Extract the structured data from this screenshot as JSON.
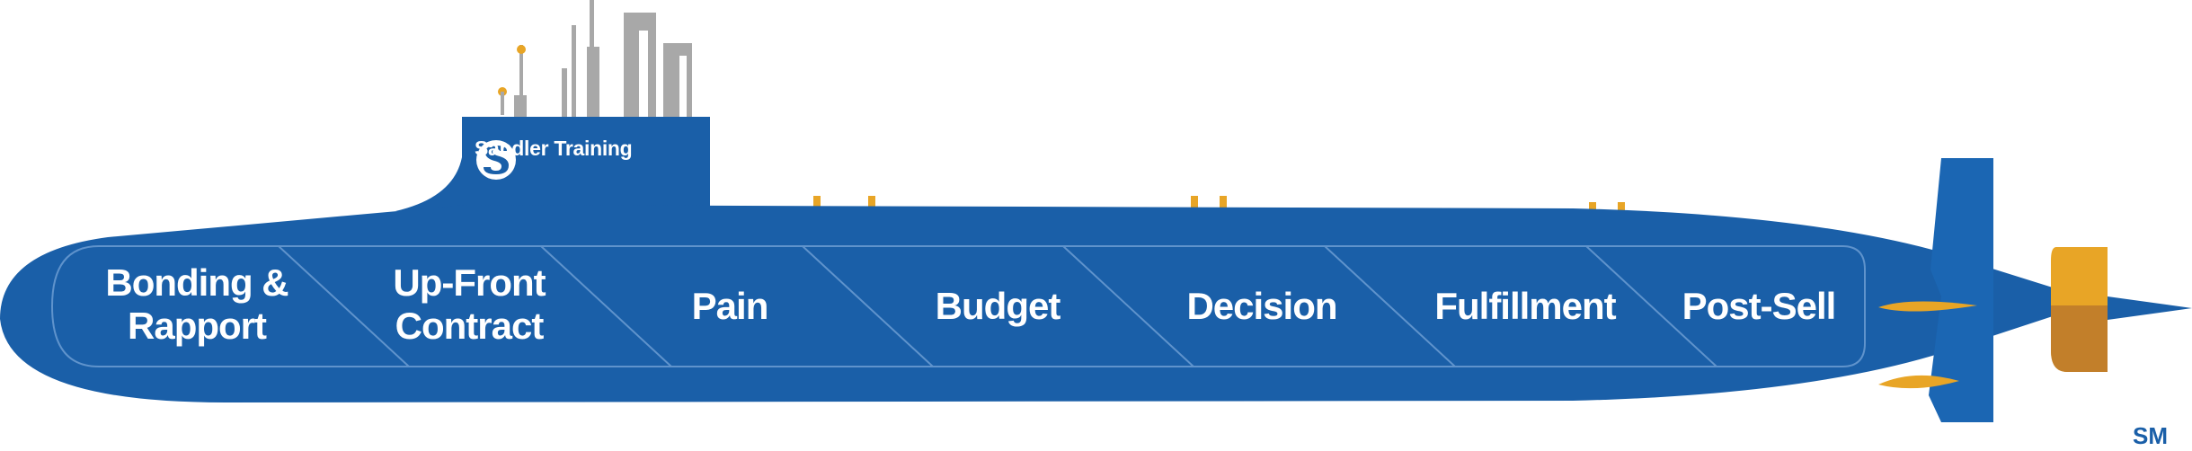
{
  "brand": {
    "logo_text": "Sandler Training",
    "trademark": "SM"
  },
  "stages": [
    {
      "label": "Bonding &\nRapport"
    },
    {
      "label": "Up-Front\nContract"
    },
    {
      "label": "Pain"
    },
    {
      "label": "Budget"
    },
    {
      "label": "Decision"
    },
    {
      "label": "Fulfillment"
    },
    {
      "label": "Post-Sell"
    }
  ],
  "colors": {
    "hull": "#1a5fa8",
    "hull_dark": "#0f4f95",
    "accent": "#e8a526",
    "periscope": "#a8a8a8",
    "text": "#ffffff"
  }
}
